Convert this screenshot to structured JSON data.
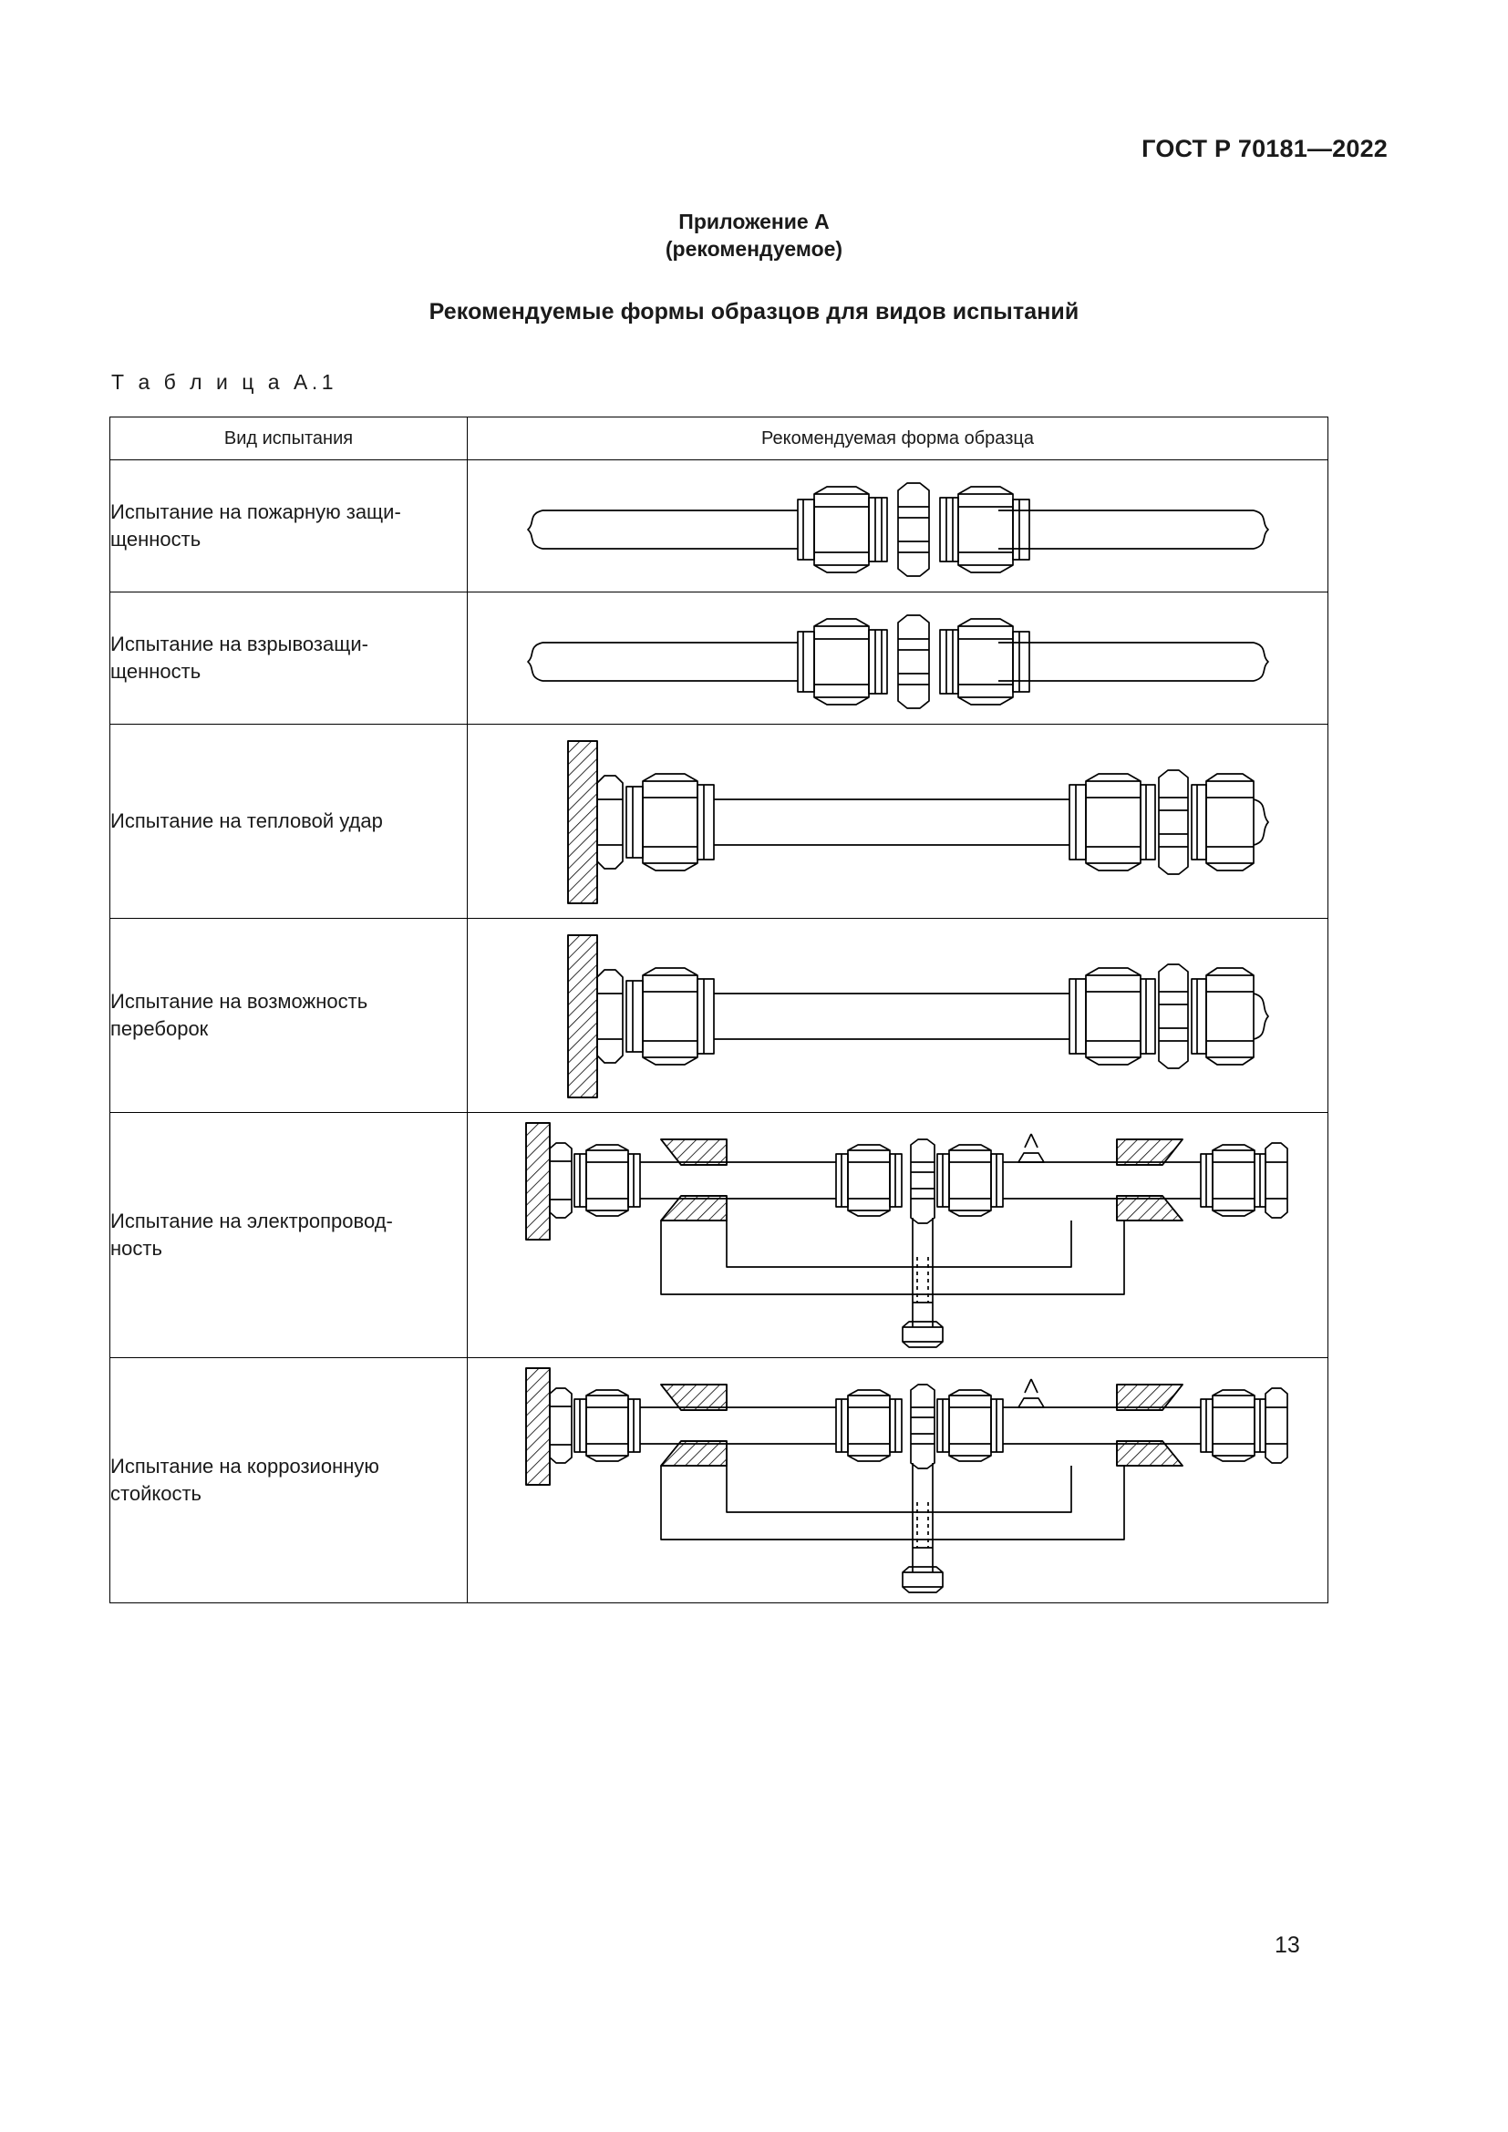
{
  "document": {
    "running_head": "ГОСТ Р 70181—2022",
    "page_number": "13"
  },
  "annex": {
    "title": "Приложение А",
    "subtitle": "(рекомендуемое)",
    "section_title": "Рекомендуемые формы образцов для видов испытаний"
  },
  "table": {
    "caption": "Т а б л и ц а   А.1",
    "headers": {
      "kind": "Вид испытания",
      "form": "Рекомендуемая форма образца"
    },
    "rows": [
      {
        "kind_line1": "Испытание на пожарную защи-",
        "kind_line2": "щенность",
        "diagram": "inline-coupling-with-break-ends"
      },
      {
        "kind_line1": "Испытание на взрывозащи-",
        "kind_line2": "щенность",
        "diagram": "inline-coupling-with-break-ends"
      },
      {
        "kind_line1": "Испытание на тепловой удар",
        "kind_line2": "",
        "diagram": "bulkhead-mounted-tube-assembly"
      },
      {
        "kind_line1": "Испытание на возможность",
        "kind_line2": "переборок",
        "diagram": "bulkhead-mounted-tube-assembly"
      },
      {
        "kind_line1": "Испытание на электропровод-",
        "kind_line2": "ность",
        "diagram": "clamped-assembly-with-ground-bolt"
      },
      {
        "kind_line1": "Испытание на коррозионную",
        "kind_line2": "стойкость",
        "diagram": "clamped-assembly-with-ground-bolt"
      }
    ]
  },
  "colors": {
    "ink": "#1a1a1a",
    "rule": "#000000",
    "paper": "#ffffff"
  }
}
